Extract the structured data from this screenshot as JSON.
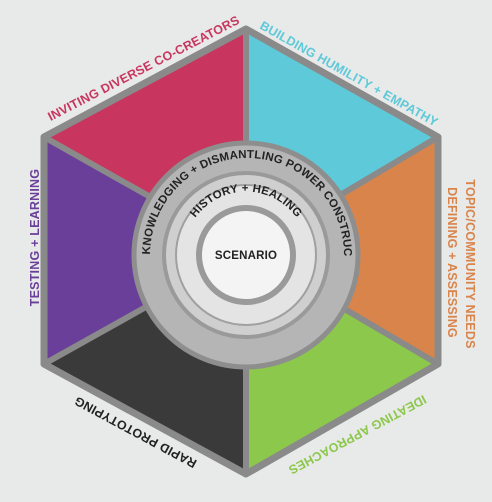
{
  "colors": {
    "background": "#e8e9e9",
    "hex_outline": "#8a8a8a",
    "top_left": "#c8365f",
    "top_right": "#5ec9d9",
    "right": "#d9844a",
    "bottom_right": "#8cc84b",
    "bottom_left": "#3a3a3a",
    "left": "#6a3f9a",
    "ring_outer": "#b5b5b5",
    "ring_mid": "#cfcfcf",
    "ring_inner": "#e4e4e4",
    "ring_stroke": "#8e8e8e",
    "center": "#f4f4f4",
    "dark_text": "#222222"
  },
  "segments": {
    "top_left": "INVITING DIVERSE CO-CREATORS",
    "top_right": "BUILDING HUMILITY + EMPATHY",
    "right_line1": "DEFINING + ASSESSING",
    "right_line2": "TOPIC/COMMUNITY NEEDS",
    "bottom_right": "IDEATING APPROACHES",
    "bottom_left": "RAPID PROTOTYPING",
    "left": "TESTING + LEARNING"
  },
  "rings": {
    "outer": "ACKNOWLEDGING + DISMANTLING POWER CONSTRUCTS",
    "middle": "HISTORY + HEALING",
    "center": "SCENARIO"
  }
}
